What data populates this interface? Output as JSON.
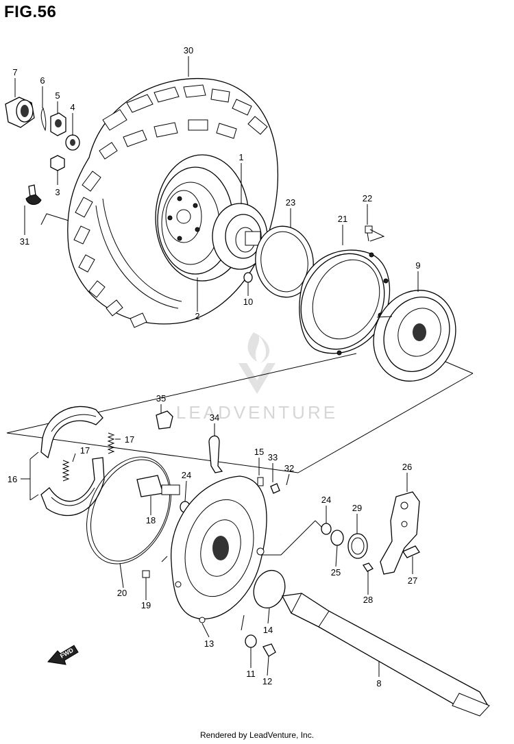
{
  "title": "FIG.56",
  "footer": "Rendered by LeadVenture, Inc.",
  "watermark": "LEADVENTURE",
  "fwd_label": "FWD",
  "callouts": [
    "1",
    "2",
    "3",
    "4",
    "5",
    "6",
    "7",
    "8",
    "9",
    "10",
    "11",
    "12",
    "13",
    "14",
    "15",
    "16",
    "17",
    "17",
    "18",
    "19",
    "20",
    "21",
    "22",
    "23",
    "24",
    "24",
    "25",
    "26",
    "27",
    "28",
    "29",
    "30",
    "31",
    "32",
    "33",
    "34",
    "35"
  ],
  "parts": {
    "tire": "30",
    "wheel": "2",
    "hub": "1",
    "nut": "3",
    "washer": "4",
    "castle_nut": "5",
    "cotter_pin": "6",
    "cap": "7",
    "axle": "8",
    "brake_drum": "9",
    "oring_small": "10",
    "washer_small": "11",
    "bolt_12": "12",
    "brake_panel": "13",
    "oring_14": "14",
    "pin_15": "15",
    "brake_shoe_set": "16",
    "spring_a": "17",
    "spring_b": "17",
    "brake_cam": "18",
    "bolt_19": "19",
    "oring_large": "20",
    "drum_cover": "21",
    "bolt_22": "22",
    "seal_ring": "23",
    "ring_24a": "24",
    "ring_24b": "24",
    "ring_25": "25",
    "brake_arm": "26",
    "bolt_27": "27",
    "nut_28": "28",
    "return_spring": "29",
    "valve": "31",
    "hose": "32",
    "fitting_33": "33",
    "indicator_34": "34",
    "clip_35": "35"
  }
}
